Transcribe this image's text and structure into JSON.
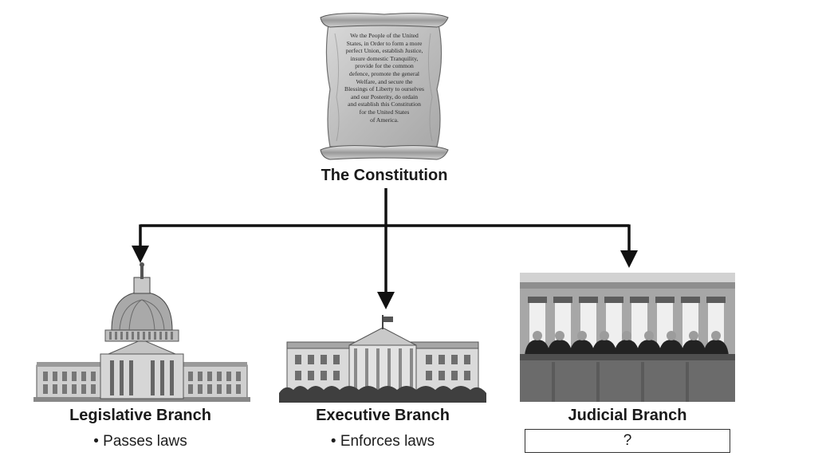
{
  "constitution": {
    "preamble_lines": [
      "We the People of the United",
      "States, in Order to form a more",
      "perfect Union, establish Justice,",
      "insure domestic Tranquility,",
      "provide for the common",
      "defence, promote the general",
      "Welfare, and secure the",
      "Blessings of Liberty to ourselves",
      "and our Posterity, do ordain",
      "and establish this Constitution",
      "for the United States",
      "of America."
    ],
    "label": "The Constitution"
  },
  "branches": [
    {
      "title": "Legislative Branch",
      "role": "• Passes laws",
      "icon": "capitol-building-icon"
    },
    {
      "title": "Executive Branch",
      "role": "• Enforces laws",
      "icon": "white-house-icon"
    },
    {
      "title": "Judicial Branch",
      "role": "?",
      "icon": "supreme-court-justices-icon"
    }
  ]
}
